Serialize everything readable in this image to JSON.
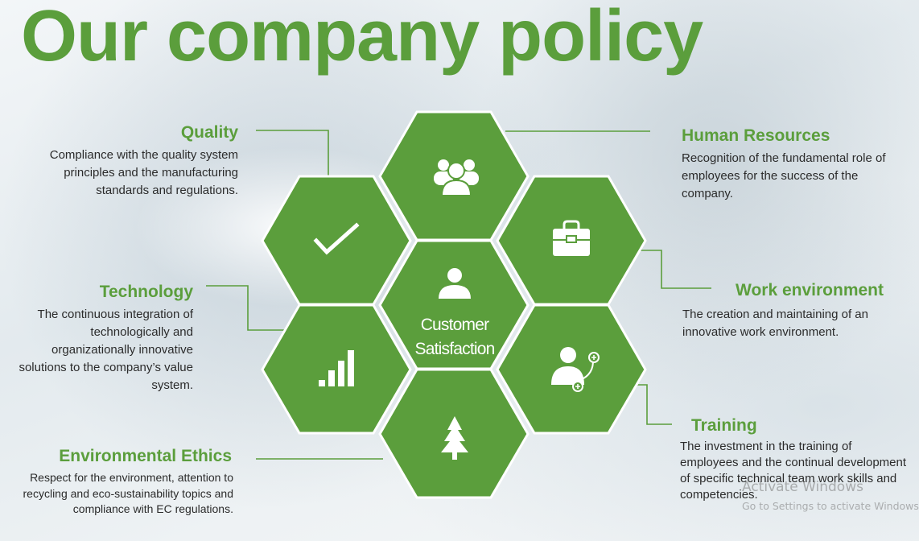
{
  "title": "Our company policy",
  "accent_color": "#5b9e3c",
  "center": {
    "icon": "person-icon",
    "line1": "Customer",
    "line2": "Satisfaction"
  },
  "policies": {
    "quality": {
      "heading": "Quality",
      "description": "Compliance with the quality system principles and the manufacturing standards and regulations.",
      "icon": "checkmark-icon"
    },
    "human_resources": {
      "heading": "Human Resources",
      "description": "Recognition of the fundamental role of employees for the success of the company.",
      "icon": "people-group-icon"
    },
    "technology": {
      "heading": "Technology",
      "description": "The continuous integration of technologically and organizationally innovative solutions to the company’s value system.",
      "icon": "bar-chart-icon"
    },
    "work_environment": {
      "heading": "Work environment",
      "description": "The creation and maintaining of an innovative work environment.",
      "icon": "briefcase-icon"
    },
    "environmental_ethics": {
      "heading": "Environmental Ethics",
      "description": "Respect for the environment, attention to recycling and eco-sustainability topics and compliance with EC regulations.",
      "icon": "tree-icon"
    },
    "training": {
      "heading": "Training",
      "description": "The investment in the training of employees and the continual development of specific technical team work skills and competencies.",
      "icon": "person-add-icon"
    }
  },
  "watermark": {
    "line1": "Activate Windows",
    "line2": "Go to Settings to activate Windows."
  }
}
